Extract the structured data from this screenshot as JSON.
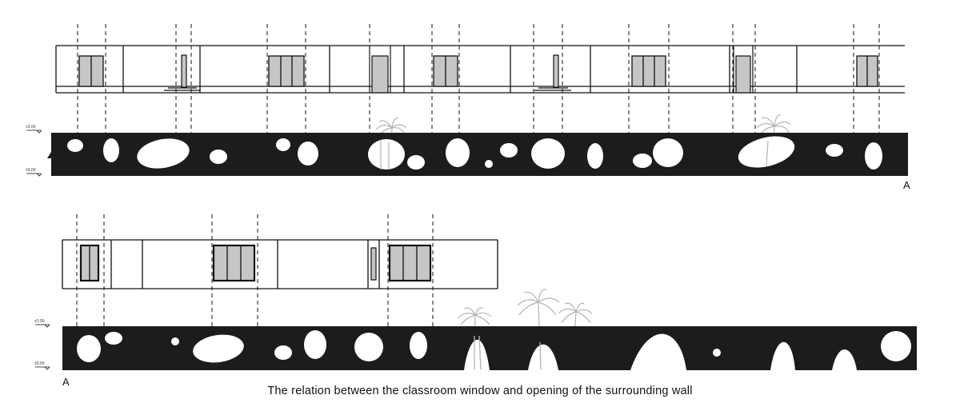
{
  "caption": "The relation between the classroom window and opening of the surrounding wall",
  "section_labels": {
    "top_right": "A",
    "bottom_left": "A"
  },
  "level_marks": {
    "upper": "±3.00",
    "lower": "±0.00"
  },
  "colors": {
    "wall": "#1c1c1c",
    "glass": "#c6c6c6",
    "line": "#111111",
    "tree": "#b4b4b4"
  }
}
